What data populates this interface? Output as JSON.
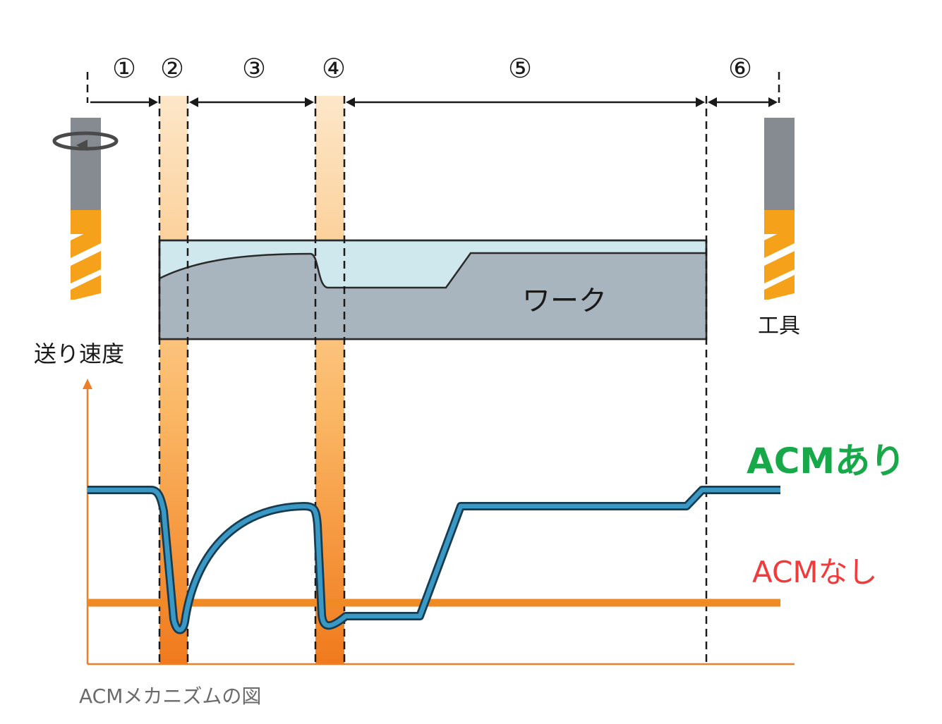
{
  "phase_labels": [
    "①",
    "②",
    "③",
    "④",
    "⑤",
    "⑥"
  ],
  "work_label": "ワーク",
  "tool_label": "工具",
  "y_axis_label": "送り速度",
  "legend": {
    "with_acm": "ACMあり",
    "without_acm": "ACMなし"
  },
  "caption": "ACMメカニズムの図",
  "colors": {
    "acm_on": "#17a84a",
    "acm_off": "#f23a3a",
    "feed_line": "#2f88b0",
    "axis": "#ee7f2a",
    "workpiece": "#a9b5be",
    "workpiece_top": "#cfe8ee",
    "tool_shank": "#858b91",
    "tool_tip": "#f5a11a"
  }
}
